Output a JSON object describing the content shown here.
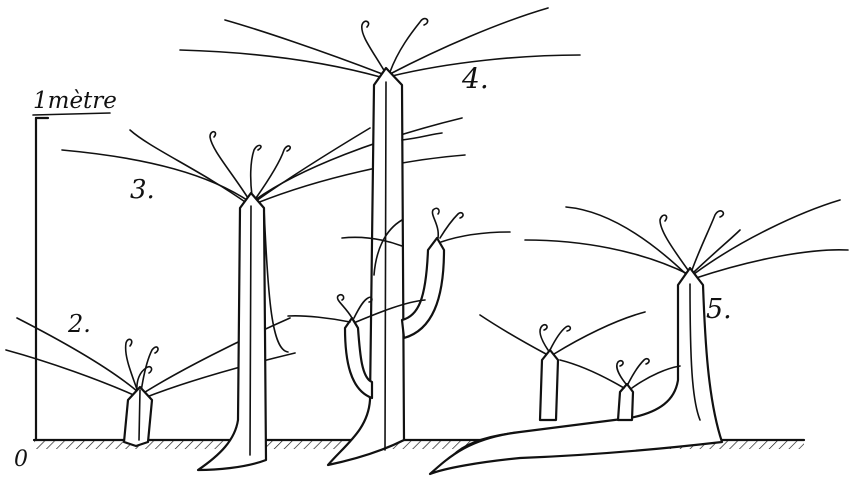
{
  "scale": {
    "top_label": "1mètre",
    "zero_label": "0"
  },
  "plants": [
    {
      "id": "2",
      "label": "2."
    },
    {
      "id": "3",
      "label": "3."
    },
    {
      "id": "4",
      "label": "4."
    },
    {
      "id": "5",
      "label": "5."
    }
  ]
}
